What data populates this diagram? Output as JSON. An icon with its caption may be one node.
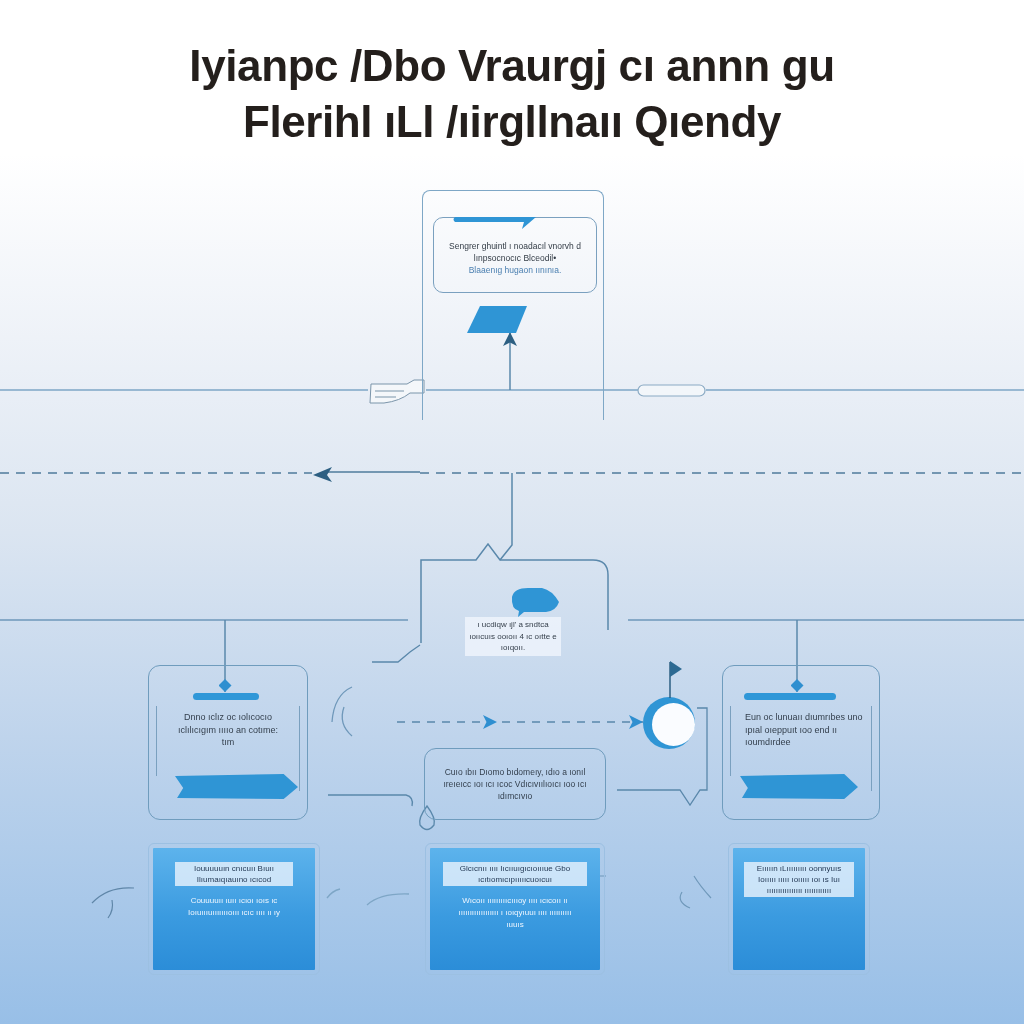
{
  "diagram": {
    "title": "Iyianpc /Dbo Vraurgj cı annn gu Flerihl ıLl /ıirgllnaıı Qıendy",
    "nodes": [
      {
        "text": [],
        "shape": "box"
      },
      {
        "text": [
          "Sengrer ghuintl ı noadacıl vnorvh d lınpsocnocıc Blceodil•",
          "Blaaenıg hugaon ıınınıa."
        ],
        "in": 0
      },
      {
        "text": [],
        "shape": "parallelogram",
        "in": 0
      },
      {
        "text": [
          "ı ucdiqw ıjl' a sndtca ıoııcuıs ooıoıı 4 ıc oıtte e ıoıqoıı."
        ]
      },
      {
        "text": [
          "Dnno ıclız oc ıolıcocıo ıclılıcıgım ııııo an cotıme: tım"
        ]
      },
      {
        "text": [],
        "shape": "bar",
        "in": 4
      },
      {
        "text": [],
        "shape": "circle"
      },
      {
        "text": [
          "Eun oc lunuaıı dıumrıbes uno ıpıal oıeppuıt ıoo end ıı ıoumdırdee"
        ]
      },
      {
        "text": [],
        "shape": "bar",
        "in": 7
      },
      {
        "text": [
          "Cuıo ıbıı Dıomo bıdomeıy, ıdıo a ıonıl ıreıeıcc ıoı ıcı ıcoc Vdıcıvıılıoıcı ıoo ıcı ıdımcıvıo"
        ]
      },
      {
        "text": [
          "Iouuuuuın cnıcuıı Bıuıı Ilıumaıqıauıno ıcıcod",
          "Couuuuıı ıuıı ıcıoı ıoıs ıc Ioıuıııuıııııııoııı ıcıc ıııı ıı ıy"
        ]
      },
      {
        "text": [
          "Glcıcnıı ıııı Iıcııuıgıcıoıııue Gbo ıcıtıomıcıpıııııcuoıcuı",
          "Wıcoıı ıııııııııcıııoy ıııı ıcıcoıı ıı ıııııııııııııııııı ı ıoıqyıuuı ıııı ıııııııııı ıuuıs"
        ]
      },
      {
        "text": [
          "Eııııın ıLııııııııı oonnyuıs Ioııııı ııııı ıoııııı ıoı ıs Iuı ıııııııııııııııı ıııııııııııı"
        ]
      }
    ],
    "edges": [
      {
        "from": null,
        "to": 2,
        "arrow": "to"
      },
      {
        "from": null,
        "to": 3,
        "arrow": "none"
      },
      {
        "from": null,
        "to": 5,
        "arrow": "other"
      },
      {
        "from": null,
        "to": 8,
        "arrow": "other"
      },
      {
        "from": null,
        "to": 6,
        "arrow": "to",
        "style": "dashed"
      }
    ]
  }
}
